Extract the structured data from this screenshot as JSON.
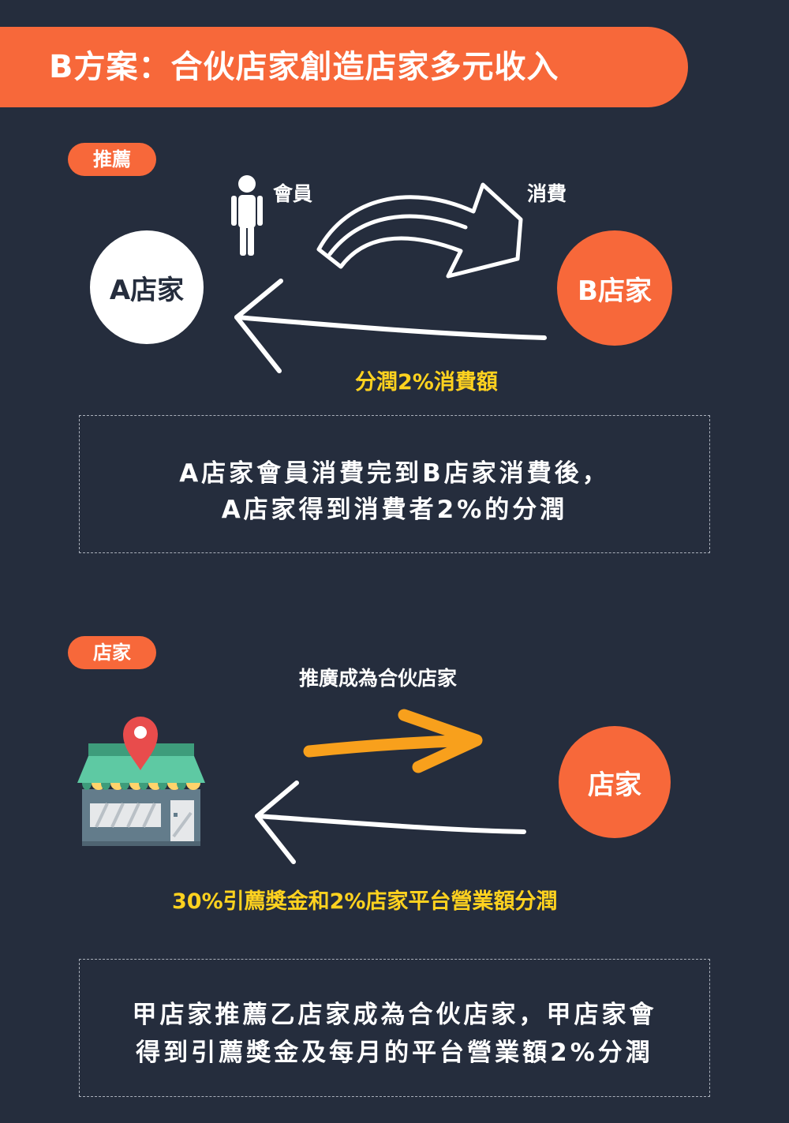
{
  "header": {
    "title": "B方案：合伙店家創造店家多元收入"
  },
  "section1": {
    "tag": "推薦",
    "member_label": "會員",
    "spend_label": "消費",
    "store_a": "A店家",
    "store_b": "B店家",
    "profit_label": "分潤2%消費額",
    "desc_line1": "A店家會員消費完到B店家消費後，",
    "desc_line2": "A店家得到消費者2%的分潤"
  },
  "section2": {
    "tag": "店家",
    "promote_label": "推廣成為合伙店家",
    "store": "店家",
    "bonus_label": "30%引薦獎金和2%店家平台營業額分潤",
    "desc_line1": "甲店家推薦乙店家成為合伙店家，甲店家會",
    "desc_line2": "得到引薦獎金及每月的平台營業額2%分潤"
  },
  "colors": {
    "background": "#252d3d",
    "accent": "#f7683a",
    "highlight": "#ffd21f",
    "arrow_orange": "#f8a01c"
  },
  "icons": [
    "person-icon",
    "storefront-icon",
    "location-pin-icon"
  ]
}
